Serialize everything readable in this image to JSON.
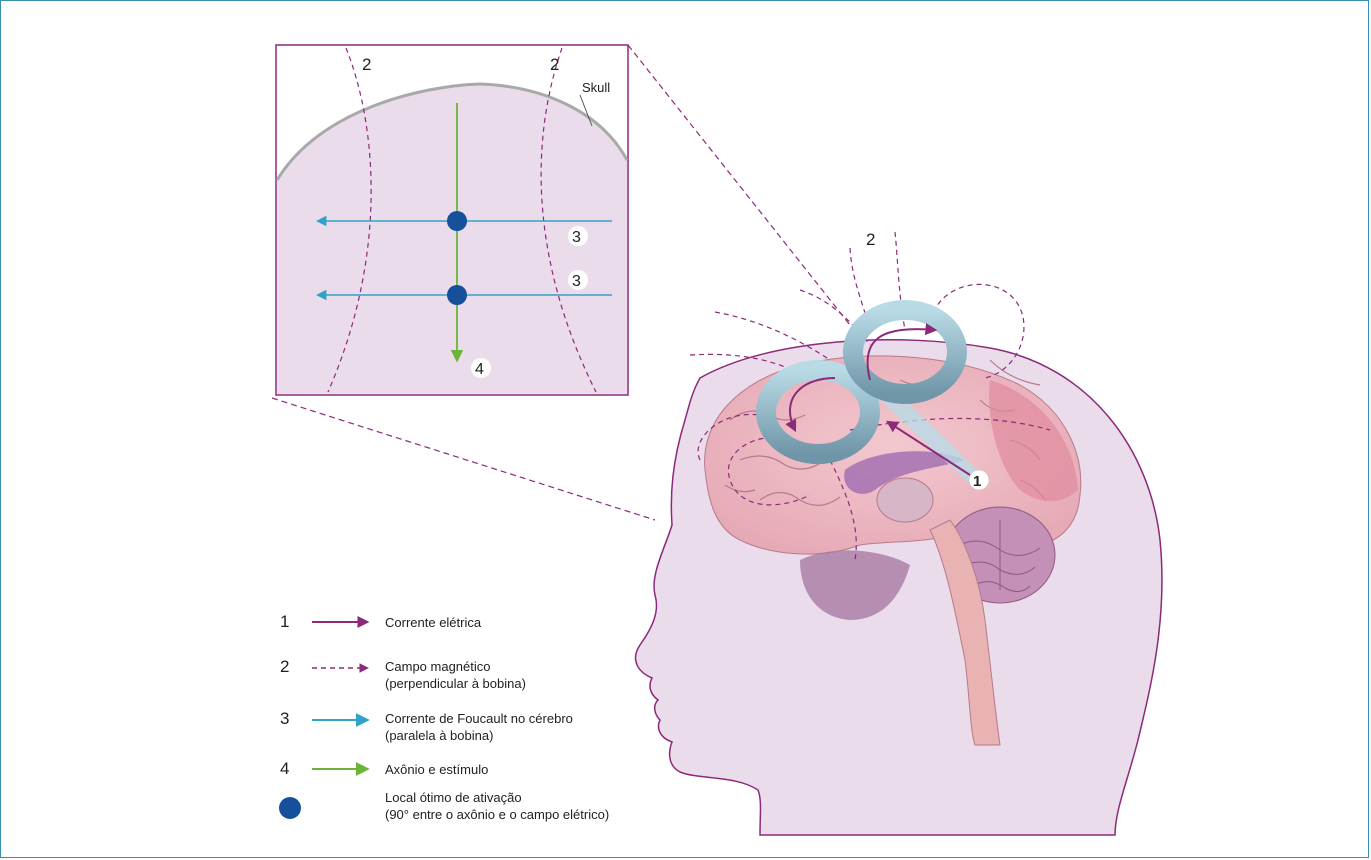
{
  "colors": {
    "current": "#8b2a7a",
    "magnetic": "#8b2a7a",
    "eddy": "#2fa3c8",
    "axon": "#6ab43a",
    "activation": "#17509a",
    "skin": "#eadcea",
    "outline": "#8b2a7a"
  },
  "inset": {
    "skull_label": "Skull",
    "field_labels": [
      "2",
      "2"
    ],
    "eddy_labels": [
      "3",
      "3"
    ],
    "axon_label": "4"
  },
  "brain": {
    "field_label": "2",
    "current_label": "1"
  },
  "legend": [
    {
      "number": "1",
      "line_style": "solid-current",
      "line1": "Corrente elétrica",
      "line2": ""
    },
    {
      "number": "2",
      "line_style": "dashed-magnetic",
      "line1": "Campo magnético",
      "line2": "(perpendicular à bobina)"
    },
    {
      "number": "3",
      "line_style": "solid-eddy",
      "line1": "Corrente de Foucault no cérebro",
      "line2": "(paralela à bobina)"
    },
    {
      "number": "4",
      "line_style": "solid-axon",
      "line1": "Axônio e estímulo",
      "line2": ""
    },
    {
      "number": "",
      "line_style": "dot-activation",
      "line1": "Local ótimo de ativação",
      "line2": "(90° entre o axônio e o campo elétrico)"
    }
  ]
}
